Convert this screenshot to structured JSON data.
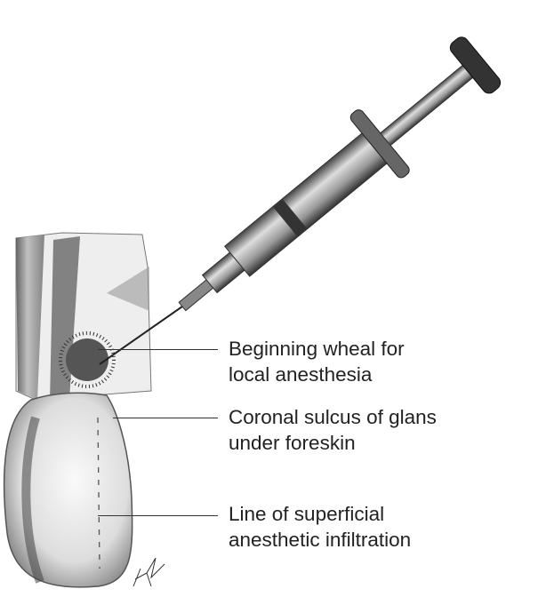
{
  "figure": {
    "labels": [
      {
        "line1": "Beginning wheal for",
        "line2": "local anesthesia"
      },
      {
        "line1": "Coronal sulcus of glans",
        "line2": "under foreskin"
      },
      {
        "line1": "Line of superficial",
        "line2": "anesthetic infiltration"
      }
    ],
    "artist_signature": "KM"
  }
}
